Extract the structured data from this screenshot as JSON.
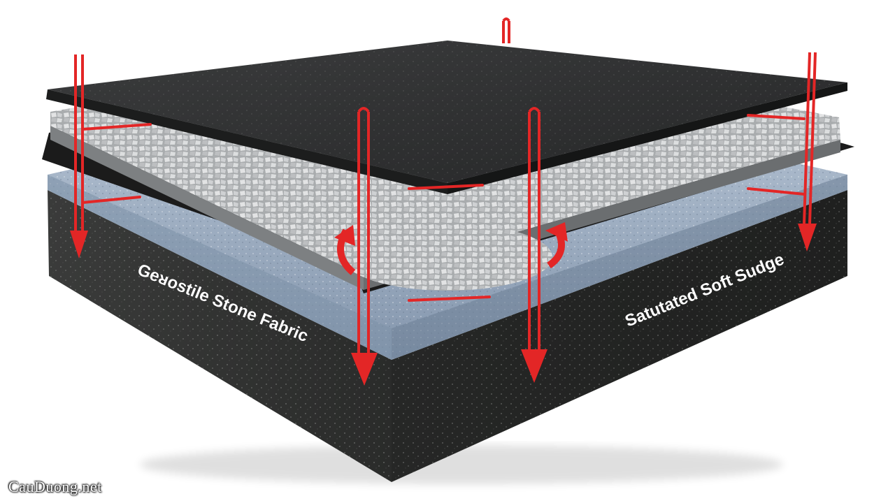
{
  "labels": {
    "left_face": "Geᴚostile Stone Fabric",
    "right_face": "Satutated Soft Sudge"
  },
  "watermark": "CauDuong.net",
  "colors": {
    "arrow": "#e32626",
    "top_slab": "#2f3031",
    "soil": "#2b2c2b",
    "sludge_layer": "#9fb0c4",
    "stone": "#cfd1d3",
    "fabric": "#1b1b1b"
  },
  "icons": [
    "down-arrow-icon",
    "curved-arrow-icon"
  ]
}
